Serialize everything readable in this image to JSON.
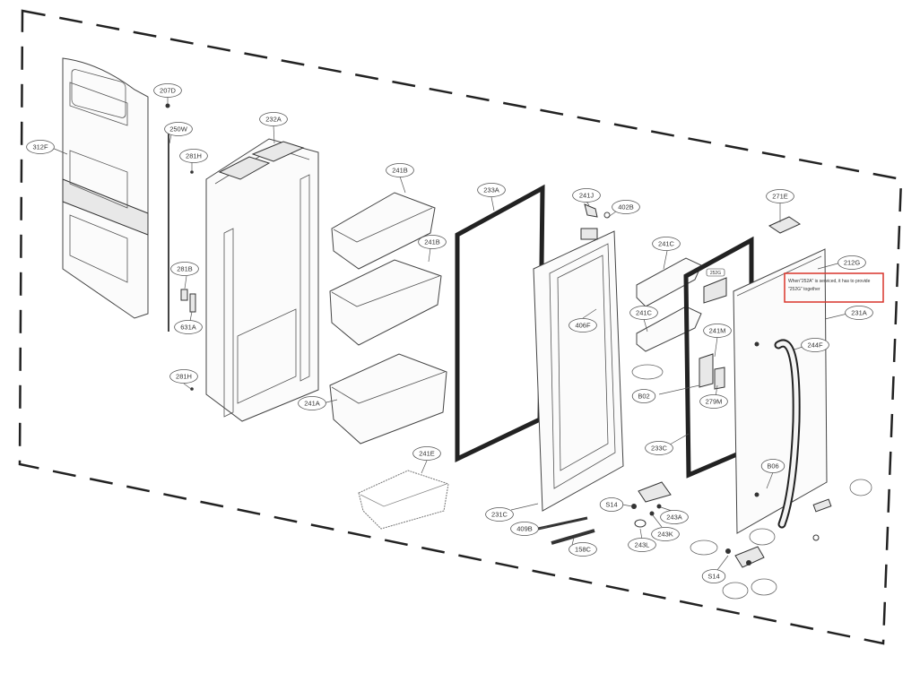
{
  "callouts": [
    {
      "id": "312F",
      "label": "312F"
    },
    {
      "id": "207D",
      "label": "207D"
    },
    {
      "id": "250W",
      "label": "250W"
    },
    {
      "id": "281H_top",
      "label": "281H"
    },
    {
      "id": "281B",
      "label": "281B"
    },
    {
      "id": "631A",
      "label": "631A"
    },
    {
      "id": "281H_bottom",
      "label": "281H"
    },
    {
      "id": "232A",
      "label": "232A"
    },
    {
      "id": "241B_top",
      "label": "241B"
    },
    {
      "id": "241B_mid",
      "label": "241B"
    },
    {
      "id": "241A",
      "label": "241A"
    },
    {
      "id": "241E",
      "label": "241E"
    },
    {
      "id": "233A",
      "label": "233A"
    },
    {
      "id": "241J",
      "label": "241J"
    },
    {
      "id": "402B",
      "label": "402B"
    },
    {
      "id": "406F",
      "label": "406F"
    },
    {
      "id": "231C",
      "label": "231C"
    },
    {
      "id": "409B",
      "label": "409B"
    },
    {
      "id": "158C",
      "label": "158C"
    },
    {
      "id": "S14_top",
      "label": "S14"
    },
    {
      "id": "243A",
      "label": "243A"
    },
    {
      "id": "243K",
      "label": "243K"
    },
    {
      "id": "243L",
      "label": "243L"
    },
    {
      "id": "241C_top",
      "label": "241C"
    },
    {
      "id": "241C_bottom",
      "label": "241C"
    },
    {
      "id": "241M",
      "label": "241M"
    },
    {
      "id": "B02",
      "label": "B02"
    },
    {
      "id": "279M",
      "label": "279M"
    },
    {
      "id": "233C",
      "label": "233C"
    },
    {
      "id": "271E",
      "label": "271E"
    },
    {
      "id": "212G",
      "label": "212G"
    },
    {
      "id": "231A",
      "label": "231A"
    },
    {
      "id": "244F",
      "label": "244F"
    },
    {
      "id": "B06",
      "label": "B06"
    },
    {
      "id": "S14_bottom",
      "label": "S14"
    },
    {
      "id": "252G_tag",
      "label": "252G"
    }
  ],
  "note": {
    "line1": "When\"252A\" is serviced, it has to provide",
    "line2": "\"252G\" together"
  },
  "colors": {
    "line": "#444444",
    "highlight": "#d9342b",
    "background": "#ffffff"
  }
}
